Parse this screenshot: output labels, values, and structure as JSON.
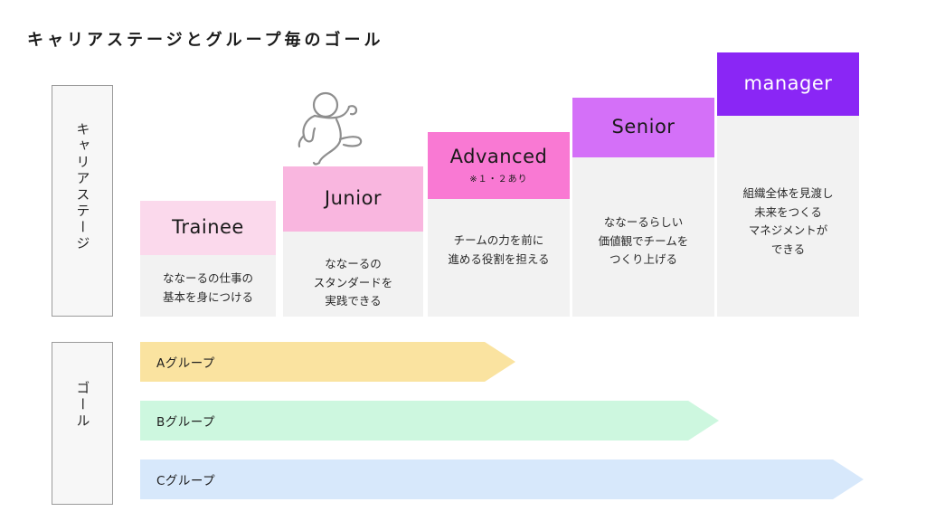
{
  "page": {
    "title": "キャリアステージとグループ毎のゴール",
    "background_color": "#ffffff"
  },
  "axis_labels": {
    "career_stage": "キャリアステージ",
    "goal": "ゴール"
  },
  "decoration": {
    "runner_icon_name": "running-person-icon"
  },
  "career_stages": [
    {
      "id": "trainee",
      "title": "Trainee",
      "subtitle": "",
      "description": "ななーるの仕事の\n基本を身につける",
      "header_color": "#fbd9ec",
      "body_color": "#f2f2f2",
      "title_color": "#1a1a1a"
    },
    {
      "id": "junior",
      "title": "Junior",
      "subtitle": "",
      "description": "ななーるの\nスタンダードを\n実践できる",
      "header_color": "#f9b6df",
      "body_color": "#f2f2f2",
      "title_color": "#1a1a1a"
    },
    {
      "id": "advanced",
      "title": "Advanced",
      "subtitle": "※１・２あり",
      "description": "チームの力を前に\n進める役割を担える",
      "header_color": "#f979d3",
      "body_color": "#f2f2f2",
      "title_color": "#1a1a1a"
    },
    {
      "id": "senior",
      "title": "Senior",
      "subtitle": "",
      "description": "ななーるらしい\n価値観でチームを\nつくり上げる",
      "header_color": "#d470f8",
      "body_color": "#f2f2f2",
      "title_color": "#1a1a1a"
    },
    {
      "id": "manager",
      "title": "manager",
      "subtitle": "",
      "description": "組織全体を見渡し\n未来をつくる\nマネジメントが\nできる",
      "header_color": "#8a26f5",
      "body_color": "#f2f2f2",
      "title_color": "#ffffff"
    }
  ],
  "goals": [
    {
      "id": "a",
      "label": "Aグループ",
      "color": "#fae3a0"
    },
    {
      "id": "b",
      "label": "Bグループ",
      "color": "#cdf7df"
    },
    {
      "id": "c",
      "label": "Cグループ",
      "color": "#d7e8fb"
    }
  ]
}
